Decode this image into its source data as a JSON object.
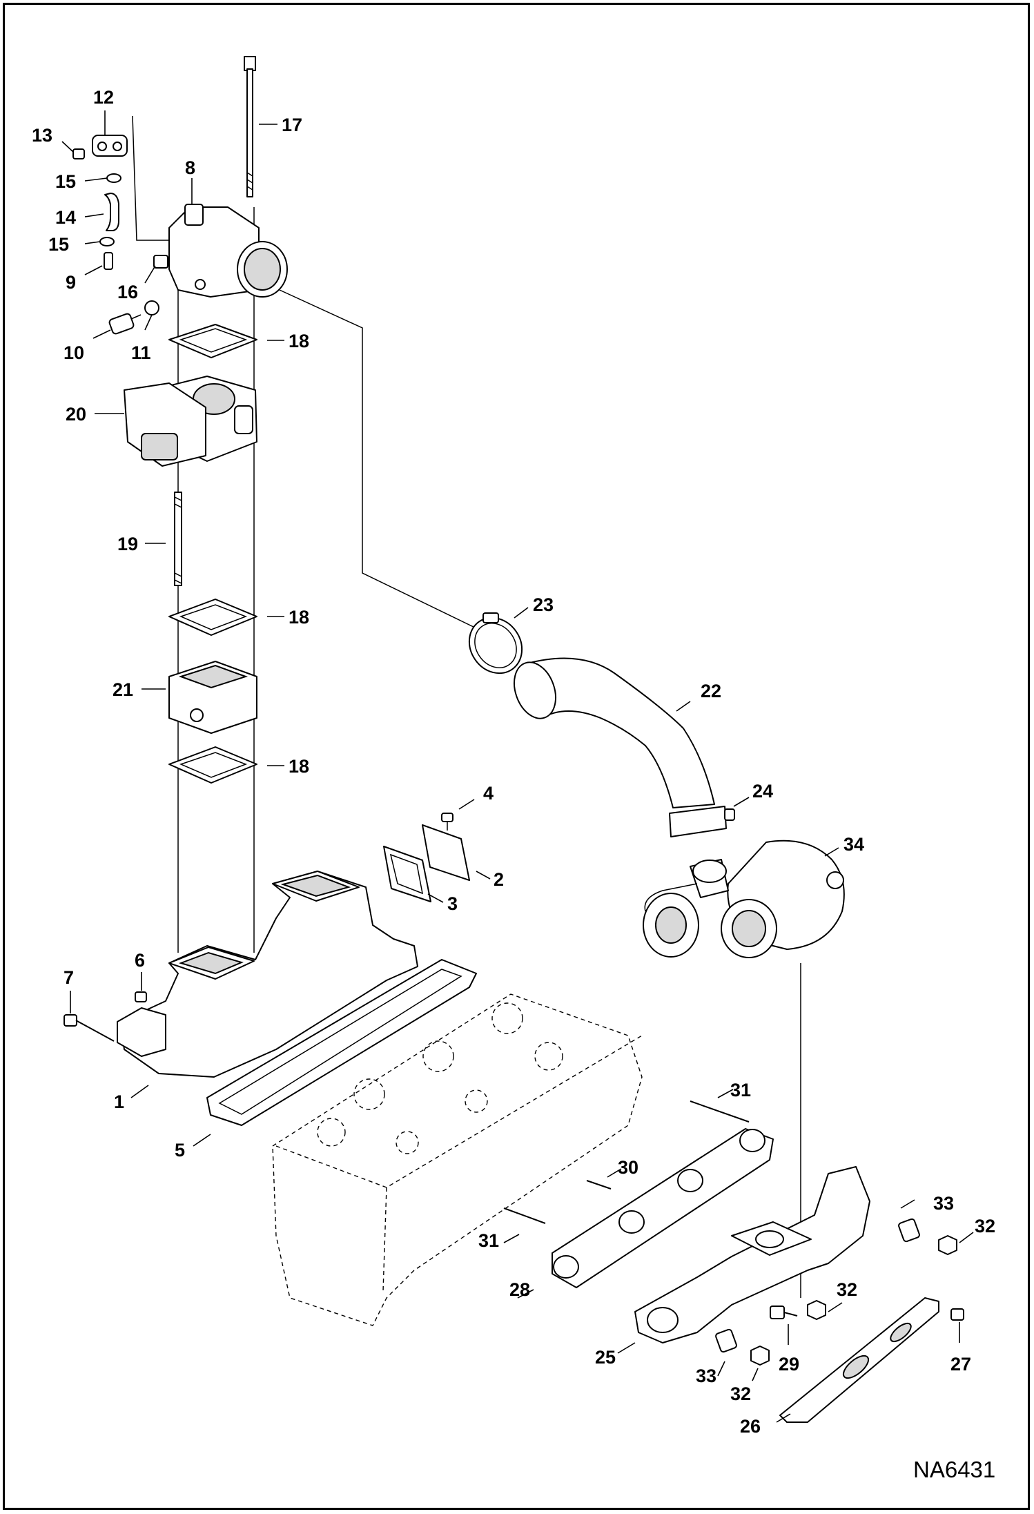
{
  "figure_ref": "NA6431",
  "callouts": [
    "1",
    "2",
    "3",
    "4",
    "5",
    "6",
    "7",
    "8",
    "9",
    "10",
    "11",
    "12",
    "13",
    "14",
    "15",
    "16",
    "17",
    "18",
    "19",
    "20",
    "21",
    "22",
    "23",
    "24",
    "25",
    "26",
    "27",
    "28",
    "29",
    "30",
    "31",
    "32",
    "33",
    "34"
  ],
  "labels": {
    "c1": "1",
    "c2": "2",
    "c3": "3",
    "c4": "4",
    "c5": "5",
    "c6": "6",
    "c7": "7",
    "c8": "8",
    "c9": "9",
    "c10": "10",
    "c11": "11",
    "c12": "12",
    "c13": "13",
    "c14": "14",
    "c15a": "15",
    "c15b": "15",
    "c16": "16",
    "c17": "17",
    "c18a": "18",
    "c18b": "18",
    "c18c": "18",
    "c19": "19",
    "c20": "20",
    "c21": "21",
    "c22": "22",
    "c23": "23",
    "c24": "24",
    "c25": "25",
    "c26": "26",
    "c27": "27",
    "c28": "28",
    "c29": "29",
    "c30": "30",
    "c31a": "31",
    "c31b": "31",
    "c32a": "32",
    "c32b": "32",
    "c32c": "32",
    "c33a": "33",
    "c33b": "33",
    "c34": "34"
  }
}
